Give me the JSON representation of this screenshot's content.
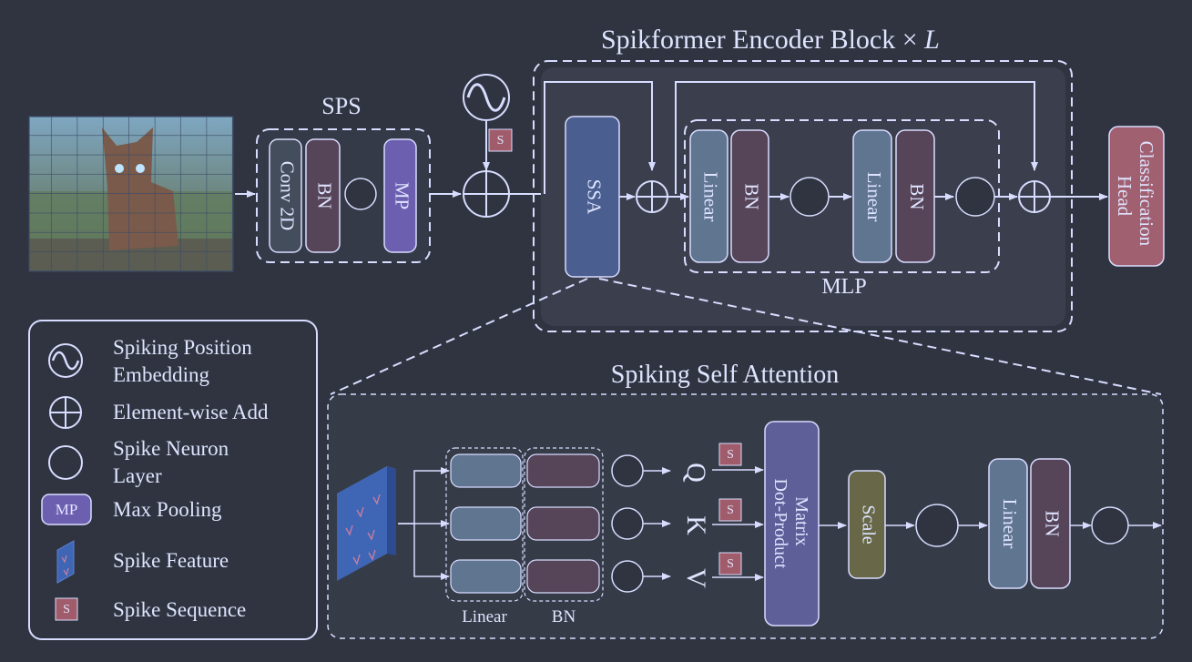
{
  "titles": {
    "encoder_block": "Spikformer Encoder Block",
    "encoder_times": "×",
    "encoder_L": "L",
    "sps": "SPS",
    "mlp": "MLP",
    "ssa_section": "Spiking Self Attention"
  },
  "sps_blocks": {
    "conv": "Conv 2D",
    "bn": "BN",
    "mp": "MP"
  },
  "spike_seq_mark": "S",
  "encoder_blocks": {
    "ssa": "SSA",
    "linear1": "Linear",
    "bn1": "BN",
    "linear2": "Linear",
    "bn2": "BN"
  },
  "head": {
    "line1": "Classification",
    "line2": "Head"
  },
  "ssa_detail": {
    "q": "Q",
    "k": "K",
    "v": "V",
    "matrix_line1": "Matrix",
    "matrix_line2": "Dot-Product",
    "scale": "Scale",
    "linear": "Linear",
    "bn": "BN",
    "group_linear_label": "Linear",
    "group_bn_label": "BN"
  },
  "legend": [
    {
      "icon": "wave-icon",
      "line1": "Spiking Position",
      "line2": "Embedding"
    },
    {
      "icon": "add-icon",
      "line1": "Element-wise Add",
      "line2": ""
    },
    {
      "icon": "neuron-icon",
      "line1": "Spike Neuron",
      "line2": "Layer"
    },
    {
      "icon": "mp-icon",
      "line1": "Max Pooling",
      "line2": "",
      "badge": "MP"
    },
    {
      "icon": "spike-feature-icon",
      "line1": "Spike Feature",
      "line2": ""
    },
    {
      "icon": "spike-seq-icon",
      "line1": "Spike Sequence",
      "line2": "",
      "badge": "S"
    }
  ],
  "colors": {
    "background": "#2f3440",
    "line": "#d8dcff",
    "conv": "#444d5c",
    "bn": "#564458",
    "mp": "#6d5fb0",
    "ssa": "#4a5f90",
    "linear": "#5f7590",
    "head": "#a06070",
    "spike_seq": "#a05c6a",
    "matrix": "#5e5e98",
    "scale": "#686848",
    "encoder_fill": "#3b3f4d"
  }
}
